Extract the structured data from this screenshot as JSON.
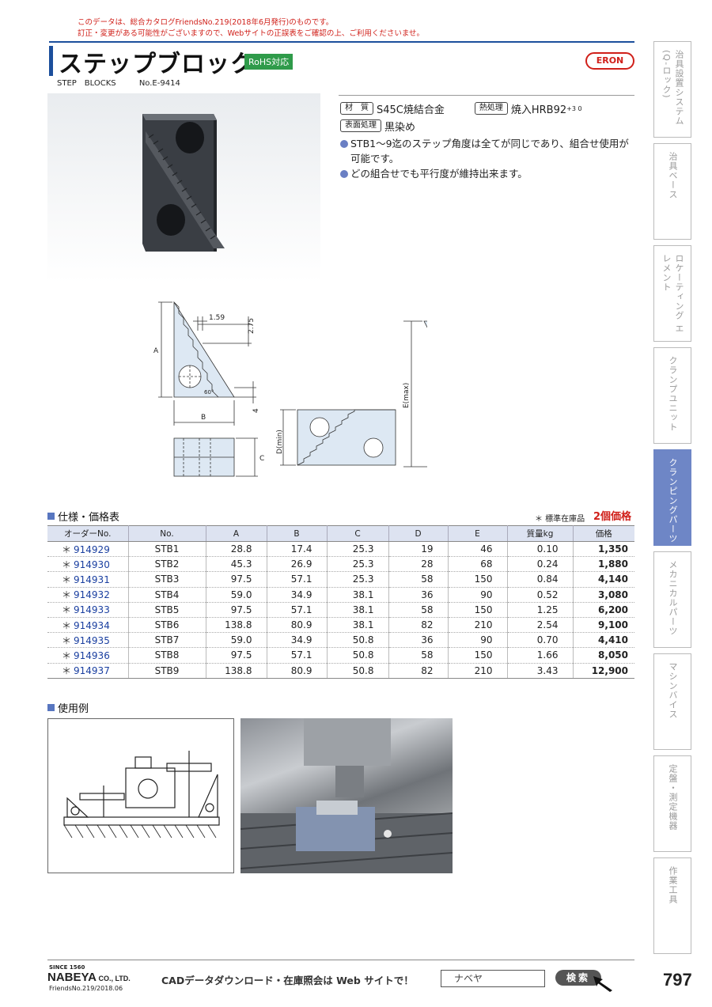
{
  "notice": {
    "line1": "このデータは、総合カタログFriendsNo.219(2018年6月発行)のものです。",
    "line2": "訂正・変更がある可能性がございますので、Webサイトの正誤表をご確認の上、ご利用くださいませ。"
  },
  "header": {
    "title": "ステップブロック",
    "rohs": "RoHS対応",
    "subtitle_en": "STEP　BLOCKS",
    "catalog_no": "No.E-9414",
    "brand": "ERON"
  },
  "specs": {
    "material_label": "材　質",
    "material_value": "S45C焼結合金",
    "heat_label": "熱処理",
    "heat_value": "焼入HRB92",
    "heat_tol": "+3 0",
    "surface_label": "表面処理",
    "surface_value": "黒染め"
  },
  "bullets": [
    "STB1～9迄のステップ角度は全てが同じであり、組合せ使用が可能です。",
    "どの組合せでも平行度が維持出来ます。"
  ],
  "drawing": {
    "dim_a": "A",
    "dim_b": "B",
    "dim_c": "C",
    "dim_d": "D(min)",
    "dim_e": "E(max)",
    "pitch": "1.59",
    "step": "2.75",
    "base": "4",
    "angle": "60°"
  },
  "table_section": {
    "title": "仕様・価格表",
    "stock_note": "＊ 標準在庫品",
    "price_note": "2個価格",
    "headers": [
      "オーダーNo.",
      "No.",
      "A",
      "B",
      "C",
      "D",
      "E",
      "質量kg",
      "価格"
    ],
    "rows": [
      [
        "914929",
        "STB1",
        "28.8",
        "17.4",
        "25.3",
        "19",
        "46",
        "0.10",
        "1,350"
      ],
      [
        "914930",
        "STB2",
        "45.3",
        "26.9",
        "25.3",
        "28",
        "68",
        "0.24",
        "1,880"
      ],
      [
        "914931",
        "STB3",
        "97.5",
        "57.1",
        "25.3",
        "58",
        "150",
        "0.84",
        "4,140"
      ],
      [
        "914932",
        "STB4",
        "59.0",
        "34.9",
        "38.1",
        "36",
        "90",
        "0.52",
        "3,080"
      ],
      [
        "914933",
        "STB5",
        "97.5",
        "57.1",
        "38.1",
        "58",
        "150",
        "1.25",
        "6,200"
      ],
      [
        "914934",
        "STB6",
        "138.8",
        "80.9",
        "38.1",
        "82",
        "210",
        "2.54",
        "9,100"
      ],
      [
        "914935",
        "STB7",
        "59.0",
        "34.9",
        "50.8",
        "36",
        "90",
        "0.70",
        "4,410"
      ],
      [
        "914936",
        "STB8",
        "97.5",
        "57.1",
        "50.8",
        "58",
        "150",
        "1.66",
        "8,050"
      ],
      [
        "914937",
        "STB9",
        "138.8",
        "80.9",
        "50.8",
        "82",
        "210",
        "3.43",
        "12,900"
      ]
    ],
    "row_mark": "＊"
  },
  "usage_section": {
    "title": "使用例"
  },
  "side_tabs": [
    {
      "label": "治具設置システム (Q-ロック)",
      "active": false
    },
    {
      "label": "治具ベース",
      "active": false
    },
    {
      "label": "ロケーティング エレメント",
      "active": false
    },
    {
      "label": "クランプユニット",
      "active": false
    },
    {
      "label": "クランピングパーツ",
      "active": true
    },
    {
      "label": "メカニカルパーツ",
      "active": false
    },
    {
      "label": "マシンバイス",
      "active": false
    },
    {
      "label": "定盤・測定機器",
      "active": false
    },
    {
      "label": "作業工具",
      "active": false
    }
  ],
  "footer": {
    "since": "SINCE 1560",
    "company": "NABEYA",
    "company_suffix": " CO., LTD.",
    "friends": "FriendsNo.219/2018.06",
    "cad_text": "CADデータダウンロード・在庫照会は Web サイトで！",
    "search_value": "ナベヤ",
    "search_button": "検索",
    "page_number": "797"
  },
  "colors": {
    "accent_blue": "#1c4f9c",
    "notice_red": "#d0201a",
    "rohs_green": "#2f9b4a",
    "tab_active": "#6e86c6",
    "table_header": "#dde3f1"
  }
}
